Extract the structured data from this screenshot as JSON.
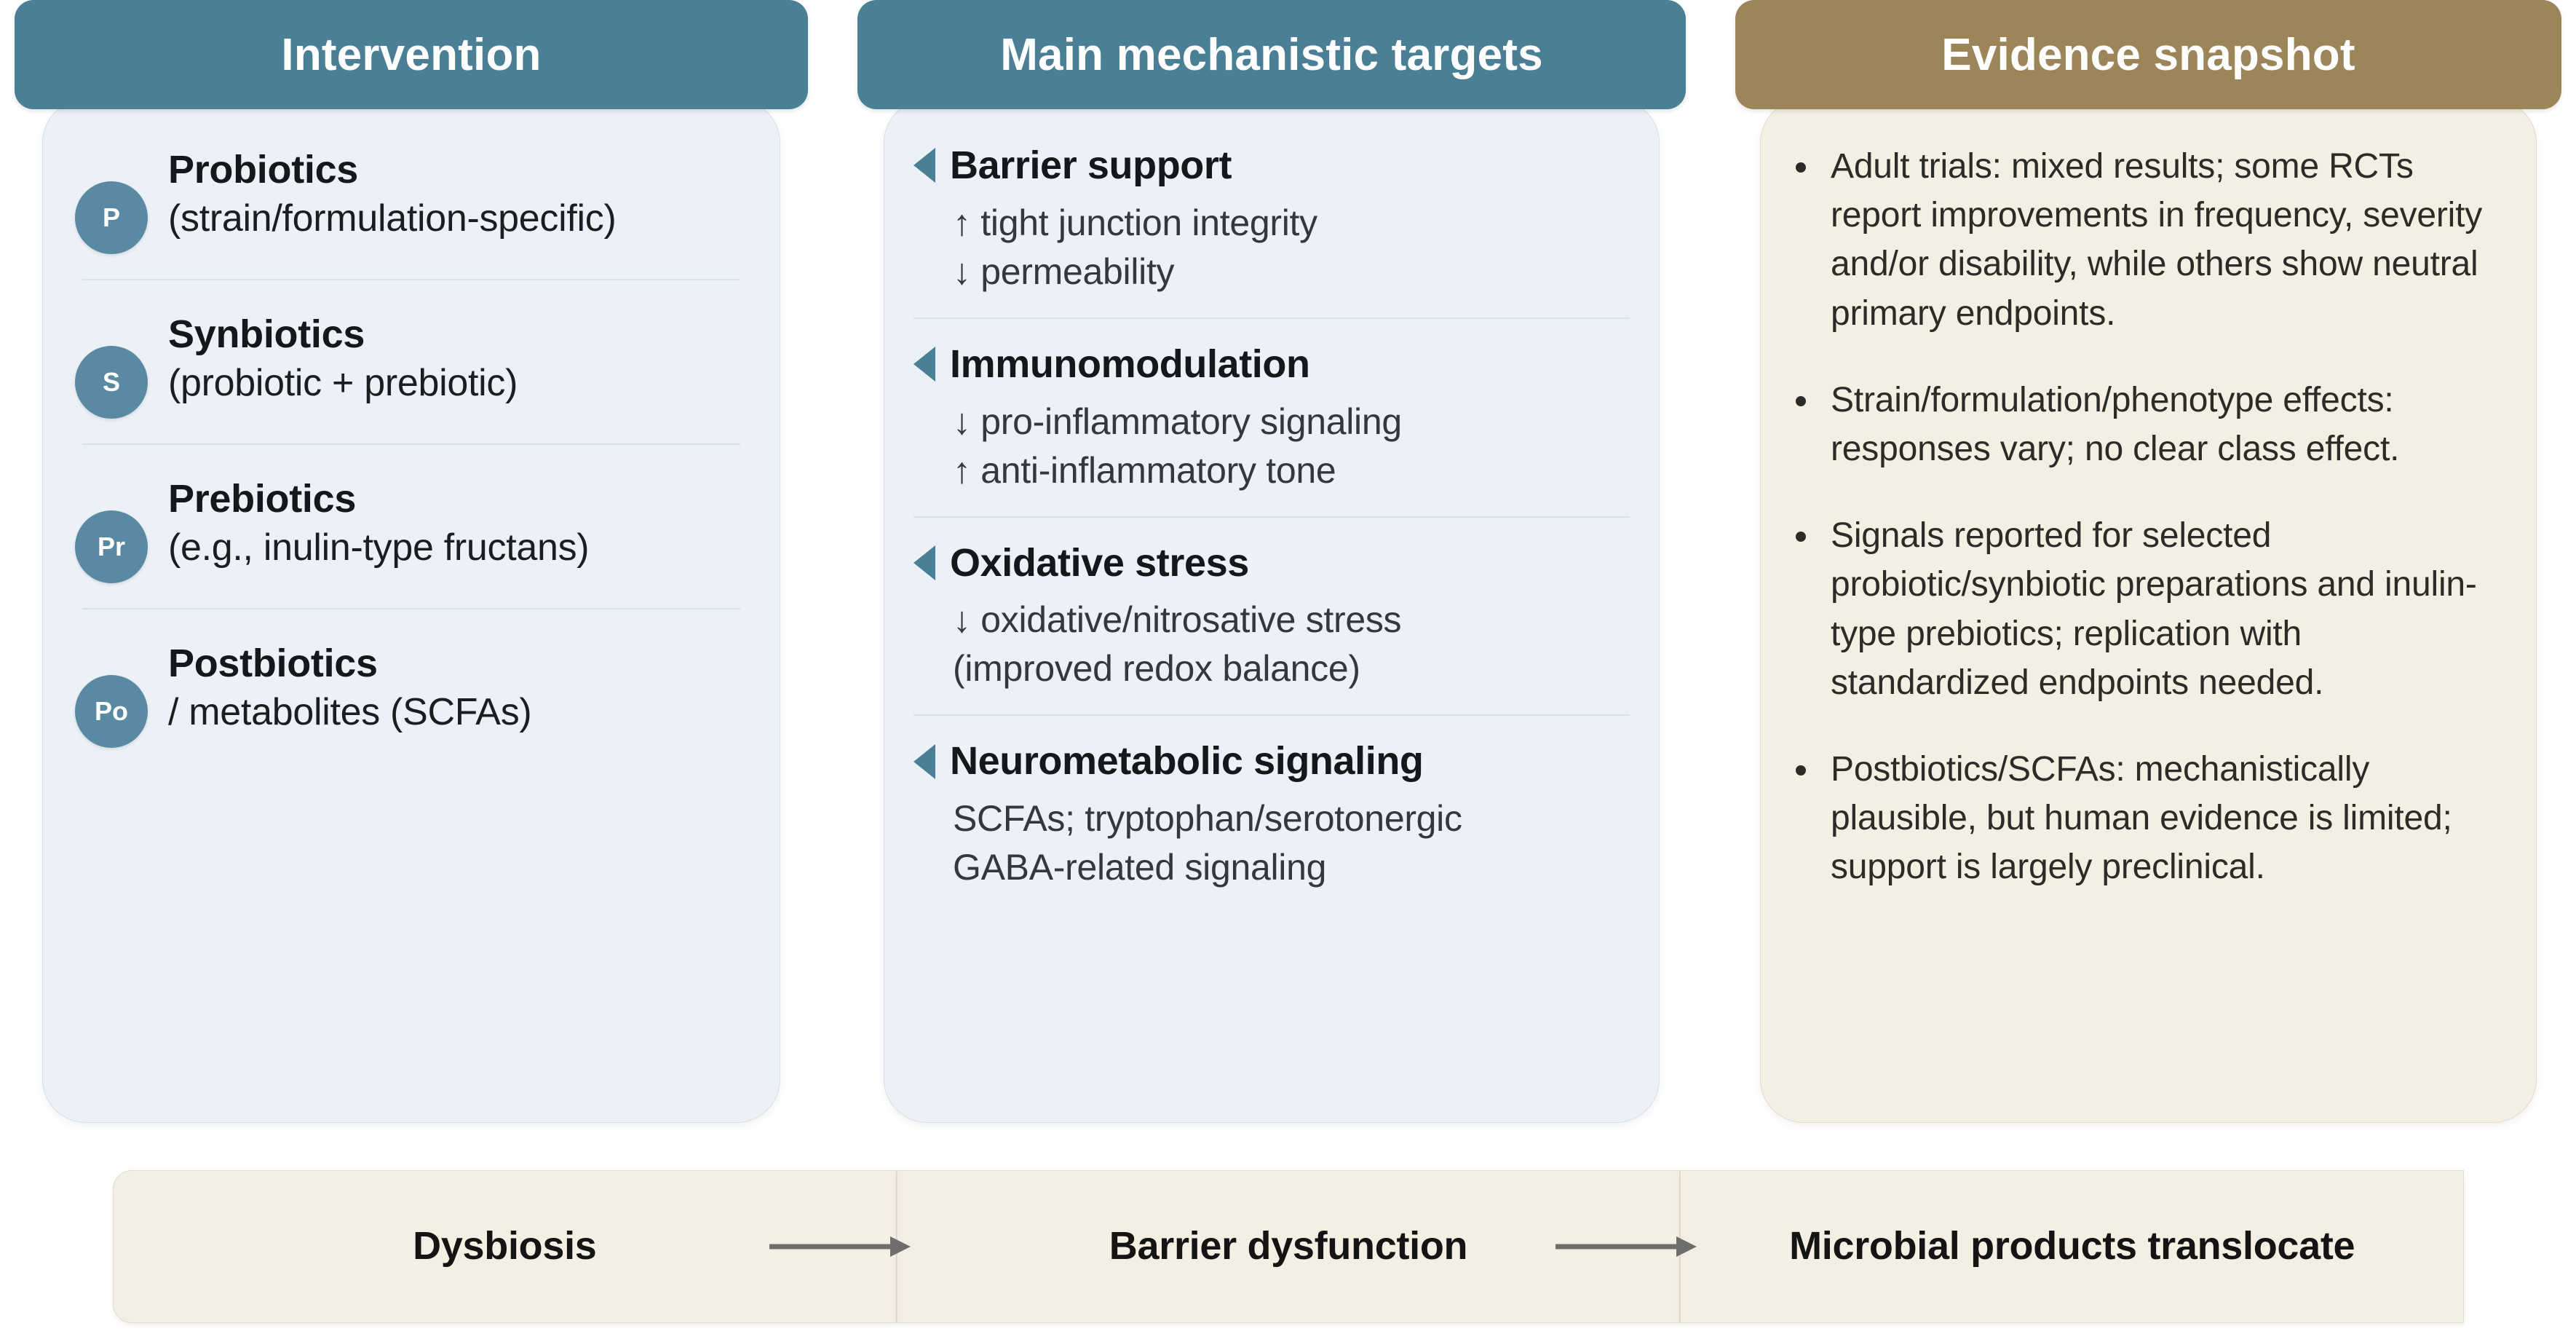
{
  "colors": {
    "header_blue": "#4A7F96",
    "header_tan": "#9C8558",
    "card_blue": "#EBF1F6",
    "card_cream": "#F4EFE3",
    "badge_blue": "#5A8AA3",
    "marker_blue": "#4A7F96",
    "divider": "#D9E1E8",
    "text_dark": "#15171A",
    "arrow_gray": "#6E6E6E"
  },
  "columns": {
    "intervention": {
      "header": "Intervention",
      "items": [
        {
          "badge": "P",
          "title": "Probiotics",
          "desc": "(strain/formulation-specific)"
        },
        {
          "badge": "S",
          "title": "Synbiotics",
          "desc": "(probiotic + prebiotic)"
        },
        {
          "badge": "Pr",
          "title": "Prebiotics",
          "desc": "(e.g., inulin-type fructans)"
        },
        {
          "badge": "Po",
          "title": "Postbiotics",
          "desc": "/ metabolites (SCFAs)"
        }
      ]
    },
    "targets": {
      "header": "Main mechanistic targets",
      "items": [
        {
          "marker": "left-triangle",
          "title": "Barrier support",
          "lines": [
            "↑ tight junction integrity",
            "↓ permeability"
          ]
        },
        {
          "marker": "left-triangle",
          "title": "Immunomodulation",
          "lines": [
            "↓ pro-inflammatory signaling",
            "↑ anti-inflammatory tone"
          ]
        },
        {
          "marker": "left-triangle",
          "title": "Oxidative stress",
          "lines": [
            "↓ oxidative/nitrosative stress",
            "(improved redox balance)"
          ]
        },
        {
          "marker": "left-triangle",
          "title": "Neurometabolic signaling",
          "lines": [
            "SCFAs; tryptophan/serotonergic",
            "GABA-related signaling"
          ]
        }
      ]
    },
    "evidence": {
      "header": "Evidence snapshot",
      "bullets": [
        "Adult trials: mixed results; some RCTs report improvements in frequency, severity and/or disability, while others show neutral primary endpoints.",
        "Strain/formulation/phenotype effects: responses vary; no clear class effect.",
        "Signals reported for selected probiotic/synbiotic preparations and inulin-type prebiotics; replication with standardized endpoints needed.",
        "Postbiotics/SCFAs: mechanistically plausible, but human evidence is limited; support is largely preclinical."
      ]
    }
  },
  "flow": {
    "steps": [
      "Dysbiosis",
      "Barrier dysfunction",
      "Microbial products translocate"
    ],
    "connectors": [
      "arrow-right",
      "arrow-right"
    ]
  }
}
